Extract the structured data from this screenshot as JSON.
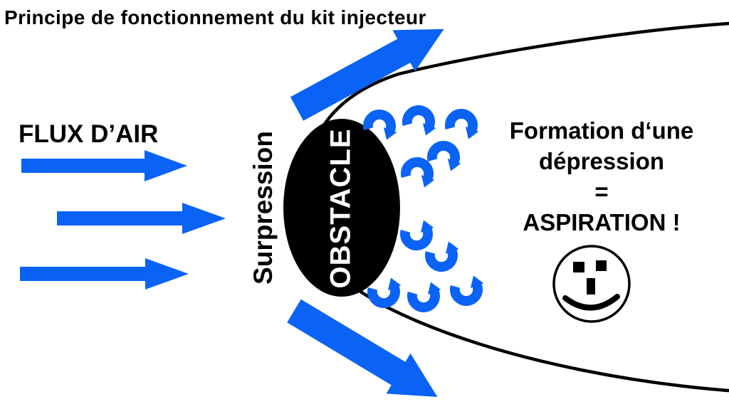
{
  "title": "Principe de fonctionnement du kit injecteur",
  "left_section": {
    "flux_label": "FLUX D’AIR",
    "flux_arrow_count": 3
  },
  "center_section": {
    "surpression_label": "Surpression",
    "obstacle_label": "OBSTACLE"
  },
  "right_section": {
    "line1": "Formation d‘une",
    "line2": "dépression",
    "line3": "=",
    "line4": "ASPIRATION !"
  },
  "icons": {
    "flux_arrow": "right-arrow",
    "deflected_arrow": "diagonal-thick-arrow",
    "vortex": "curl-arrow",
    "streamline": "oval-outline",
    "smiley": "smiley-face"
  },
  "colors": {
    "arrow_blue": "#0A63F5",
    "ink_black": "#000000",
    "background": "#FFFFFF"
  }
}
